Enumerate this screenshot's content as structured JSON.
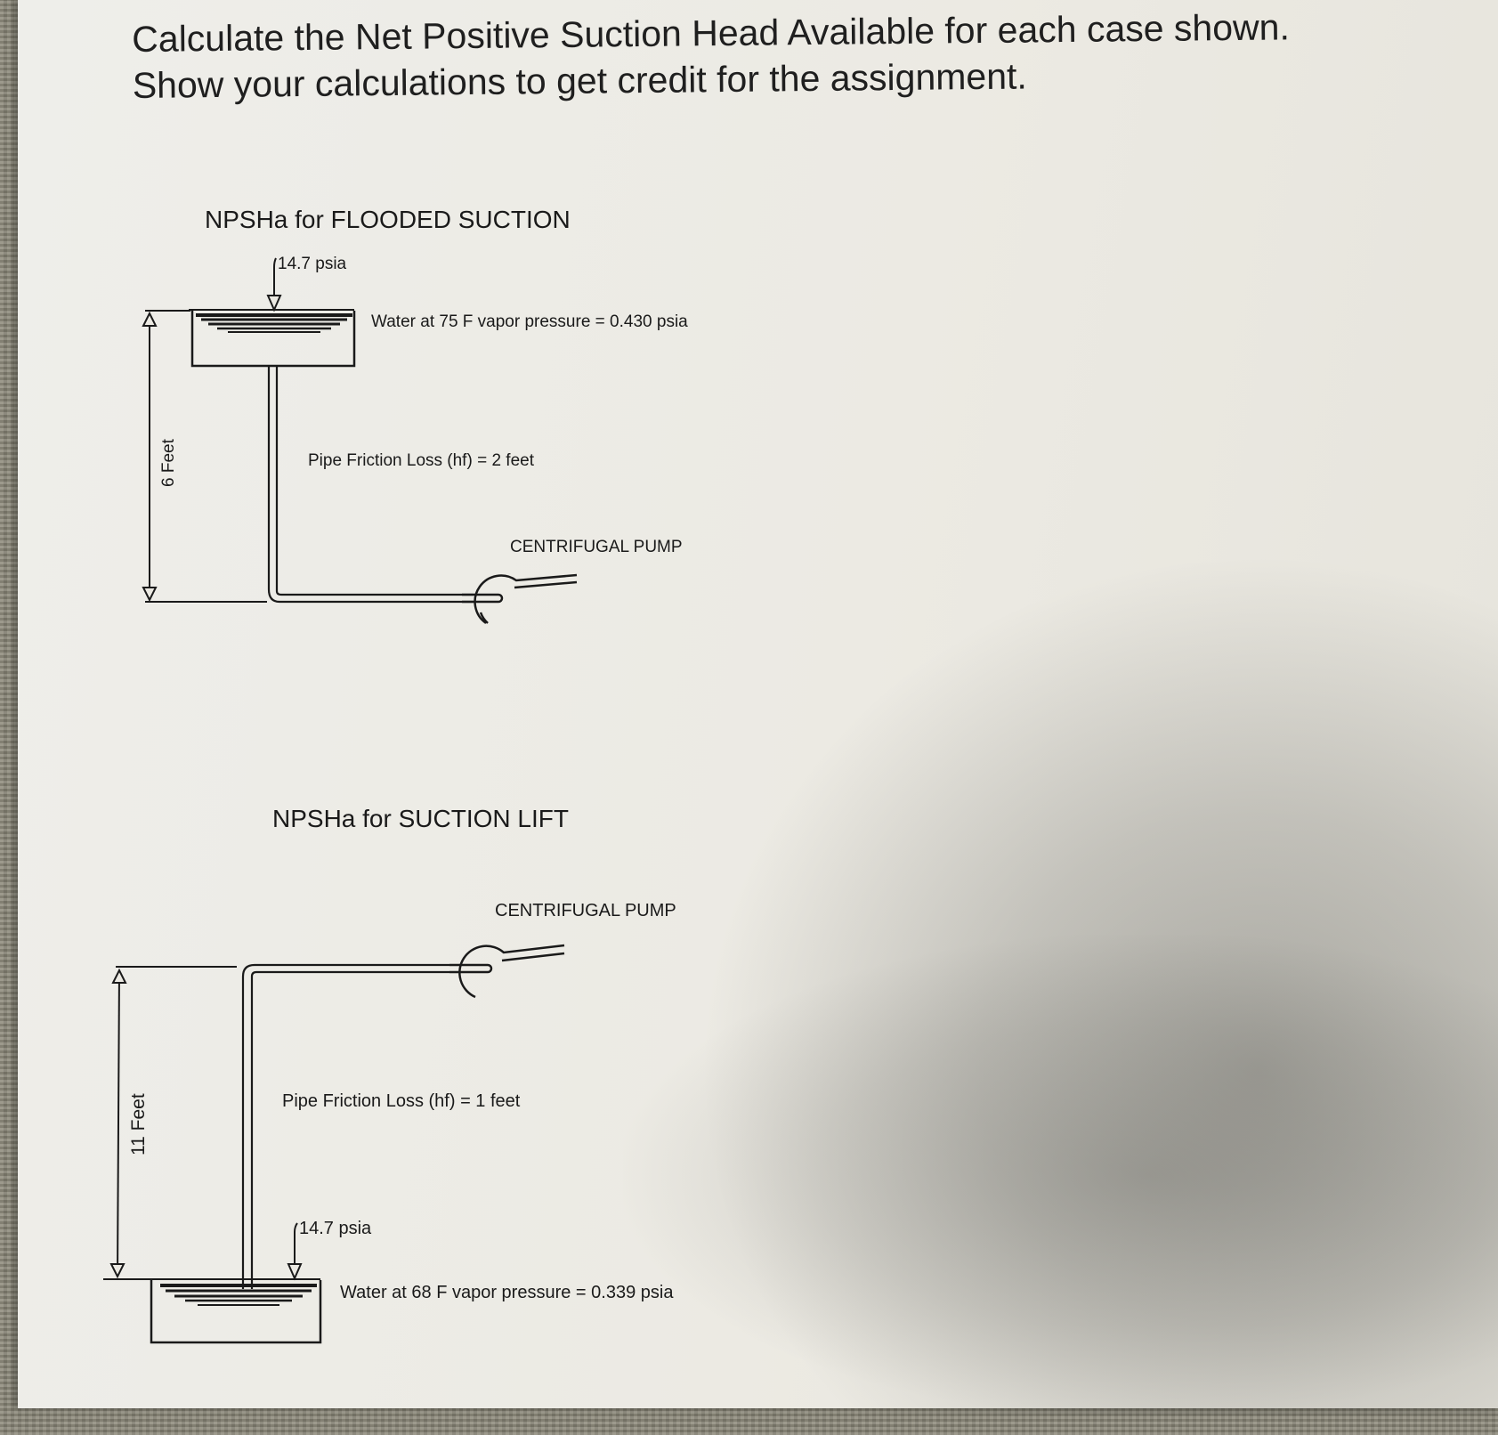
{
  "title": {
    "line1": "Calculate the Net Positive Suction Head Available for each case shown.",
    "line2": "Show your calculations to get credit for the assignment."
  },
  "flooded": {
    "heading": "NPSHa for FLOODED SUCTION",
    "pressure": "14.7 psia",
    "vapor": "Water at 75 F vapor pressure  = 0.430 psia",
    "friction": "Pipe Friction Loss (hf) =  2 feet",
    "pump": "CENTRIFUGAL PUMP",
    "height": "6 Feet"
  },
  "lift": {
    "heading": "NPSHa for SUCTION LIFT",
    "pump": "CENTRIFUGAL PUMP",
    "friction": "Pipe Friction Loss (hf) =  1 feet",
    "pressure": "14.7 psia",
    "vapor": "Water at 68 F vapor pressure  = 0.339 psia",
    "height": "11 Feet"
  },
  "colors": {
    "paper": "#eceae3",
    "ink": "#1a1a1a",
    "background_fabric": "#8b8878"
  }
}
